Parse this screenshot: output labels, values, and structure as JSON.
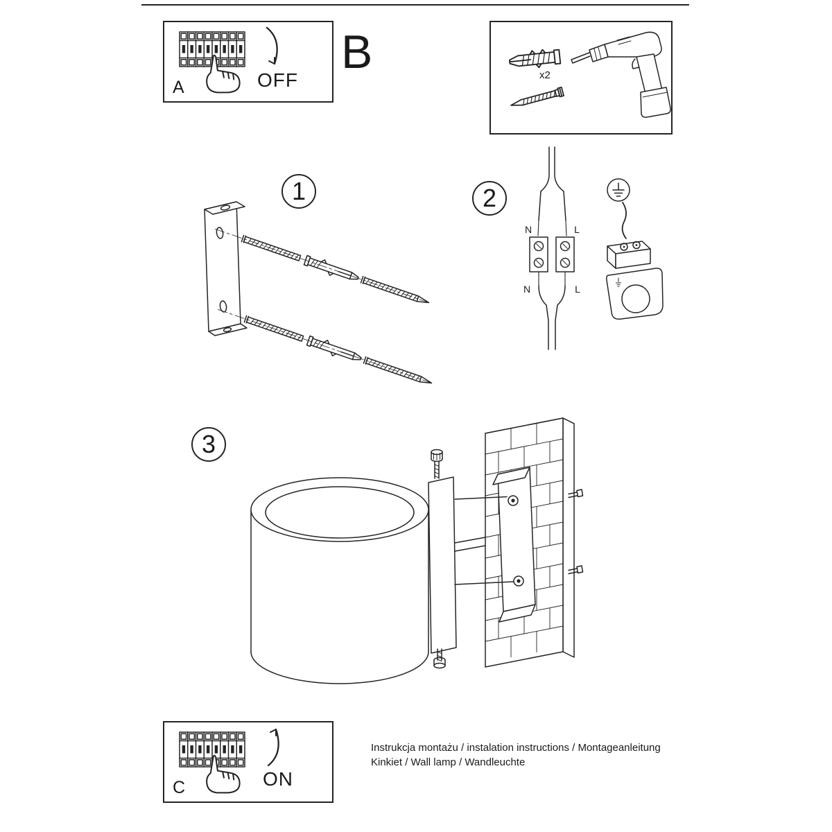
{
  "sheet": {
    "panel_a": {
      "label": "A",
      "state": "OFF"
    },
    "section_b": {
      "label": "B"
    },
    "panel_c": {
      "label": "C",
      "state": "ON"
    },
    "hardware": {
      "count": "x2"
    },
    "steps": [
      {
        "number": "1"
      },
      {
        "number": "2"
      },
      {
        "number": "3"
      }
    ],
    "wiring": {
      "top": {
        "n": "N",
        "l": "L"
      },
      "bottom": {
        "n": "N",
        "l": "L"
      }
    },
    "footer": {
      "line1": "Instrukcja montażu / instalation instructions / Montageanleitung",
      "line2": "Kinkiet / Wall lamp / Wandleuchte"
    }
  }
}
